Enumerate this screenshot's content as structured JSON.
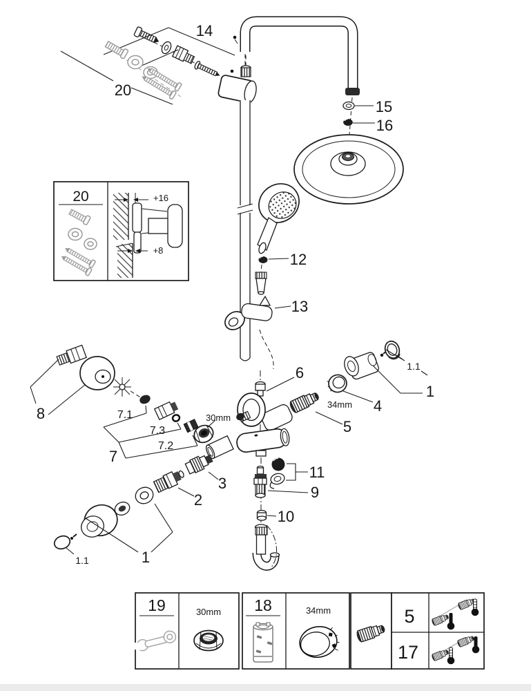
{
  "figure": {
    "type": "exploded-parts-diagram",
    "subject": "thermostatic shower system with rain head and hand shower",
    "line_color": "#1a1a1a",
    "accessory_color": "#9a9a9a",
    "footer_bar_color": "#ebebeb"
  },
  "callouts": {
    "c14": "14",
    "c20": "20",
    "c15": "15",
    "c16": "16",
    "c12": "12",
    "c13": "13",
    "c6": "6",
    "c5": "5",
    "c4": "4",
    "c34": "34mm",
    "c30": "30mm",
    "c8": "8",
    "c7": "7",
    "c7_1": "7.1",
    "c7_2": "7.2",
    "c7_3": "7.3",
    "c3": "3",
    "c2": "2",
    "c11": "11",
    "c9": "9",
    "c10": "10",
    "c1_left": "1",
    "c1_1_left": "1.1",
    "c1_right": "1",
    "c1_1_right": "1.1"
  },
  "inset": {
    "label": "20",
    "offset_top": "+16",
    "offset_bottom": "+8"
  },
  "parts_table": {
    "wrench_cell": "19",
    "nut_size": "30mm",
    "tool_cell": "18",
    "ring_size": "34mm",
    "variant_row_top": "5",
    "variant_row_bottom": "17"
  }
}
